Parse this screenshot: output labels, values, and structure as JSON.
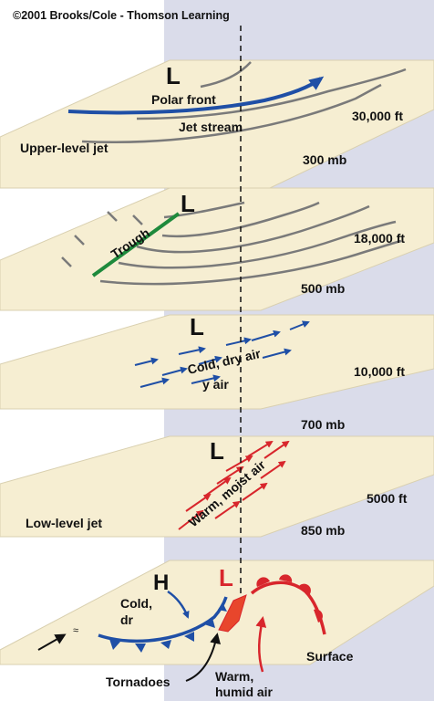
{
  "copyright": "©2001 Brooks/Cole - Thomson Learning",
  "colors": {
    "background_column": "#dadcea",
    "layer_fill": "#f6eed2",
    "layer_edge": "#d9d0b0",
    "blue": "#1f4fa6",
    "red": "#d8262c",
    "green": "#1e8a3c",
    "gray_line": "#7a7a7a"
  },
  "layers": [
    {
      "altitude": "30,000 ft",
      "pressure": "300 mb",
      "low_symbol": "L",
      "labels": {
        "polar_front": "Polar front",
        "jet_stream": "Jet stream",
        "level_name": "Upper-level jet"
      }
    },
    {
      "altitude": "18,000 ft",
      "pressure": "500 mb",
      "low_symbol": "L",
      "labels": {
        "trough": "Trough"
      }
    },
    {
      "altitude": "10,000 ft",
      "pressure": "700 mb",
      "low_symbol": "L",
      "labels": {
        "cold_dry_air": "Cold, dry air",
        "partial": "y air"
      }
    },
    {
      "altitude": "5000 ft",
      "pressure": "850 mb",
      "low_symbol": "L",
      "labels": {
        "warm_moist_air": "Warm, moist air",
        "level_name": "Low-level jet"
      }
    },
    {
      "altitude": "",
      "pressure": "",
      "low_symbol": "L",
      "high_symbol": "H",
      "labels": {
        "surface": "Surface",
        "cold_line1": "Cold,",
        "cold_line2": "dr",
        "warm_line1": "Warm,",
        "warm_line2": "humid air",
        "tornadoes": "Tornadoes"
      }
    }
  ]
}
